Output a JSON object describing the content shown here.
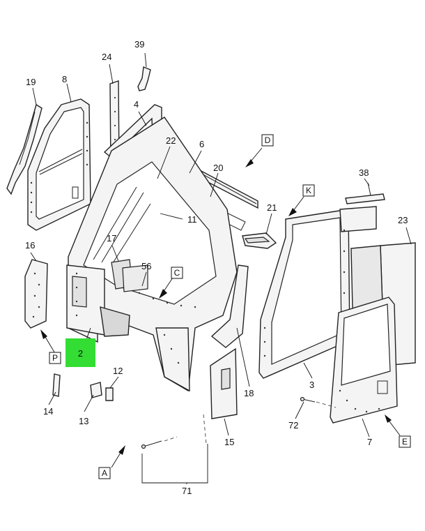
{
  "diagram": {
    "highlight_color": "#33dd33",
    "callouts": [
      {
        "id": "c39",
        "text": "39"
      },
      {
        "id": "c24",
        "text": "24"
      },
      {
        "id": "c19",
        "text": "19"
      },
      {
        "id": "c8",
        "text": "8"
      },
      {
        "id": "c4",
        "text": "4"
      },
      {
        "id": "c22",
        "text": "22"
      },
      {
        "id": "c6",
        "text": "6"
      },
      {
        "id": "c20",
        "text": "20"
      },
      {
        "id": "c38",
        "text": "38"
      },
      {
        "id": "c21",
        "text": "21"
      },
      {
        "id": "c11",
        "text": "11"
      },
      {
        "id": "c23",
        "text": "23"
      },
      {
        "id": "c16",
        "text": "16"
      },
      {
        "id": "c17",
        "text": "17"
      },
      {
        "id": "c56",
        "text": "56"
      },
      {
        "id": "c12",
        "text": "12"
      },
      {
        "id": "c14",
        "text": "14"
      },
      {
        "id": "c13",
        "text": "13"
      },
      {
        "id": "c18",
        "text": "18"
      },
      {
        "id": "c3",
        "text": "3"
      },
      {
        "id": "c72",
        "text": "72"
      },
      {
        "id": "c15",
        "text": "15"
      },
      {
        "id": "c7",
        "text": "7"
      },
      {
        "id": "c71",
        "text": "71"
      }
    ],
    "view_boxes": [
      {
        "id": "vD",
        "text": "D"
      },
      {
        "id": "vK",
        "text": "K"
      },
      {
        "id": "vC",
        "text": "C"
      },
      {
        "id": "vP",
        "text": "P"
      },
      {
        "id": "vE",
        "text": "E"
      },
      {
        "id": "vA",
        "text": "A"
      }
    ],
    "highlighted_part": {
      "text": "2"
    }
  }
}
